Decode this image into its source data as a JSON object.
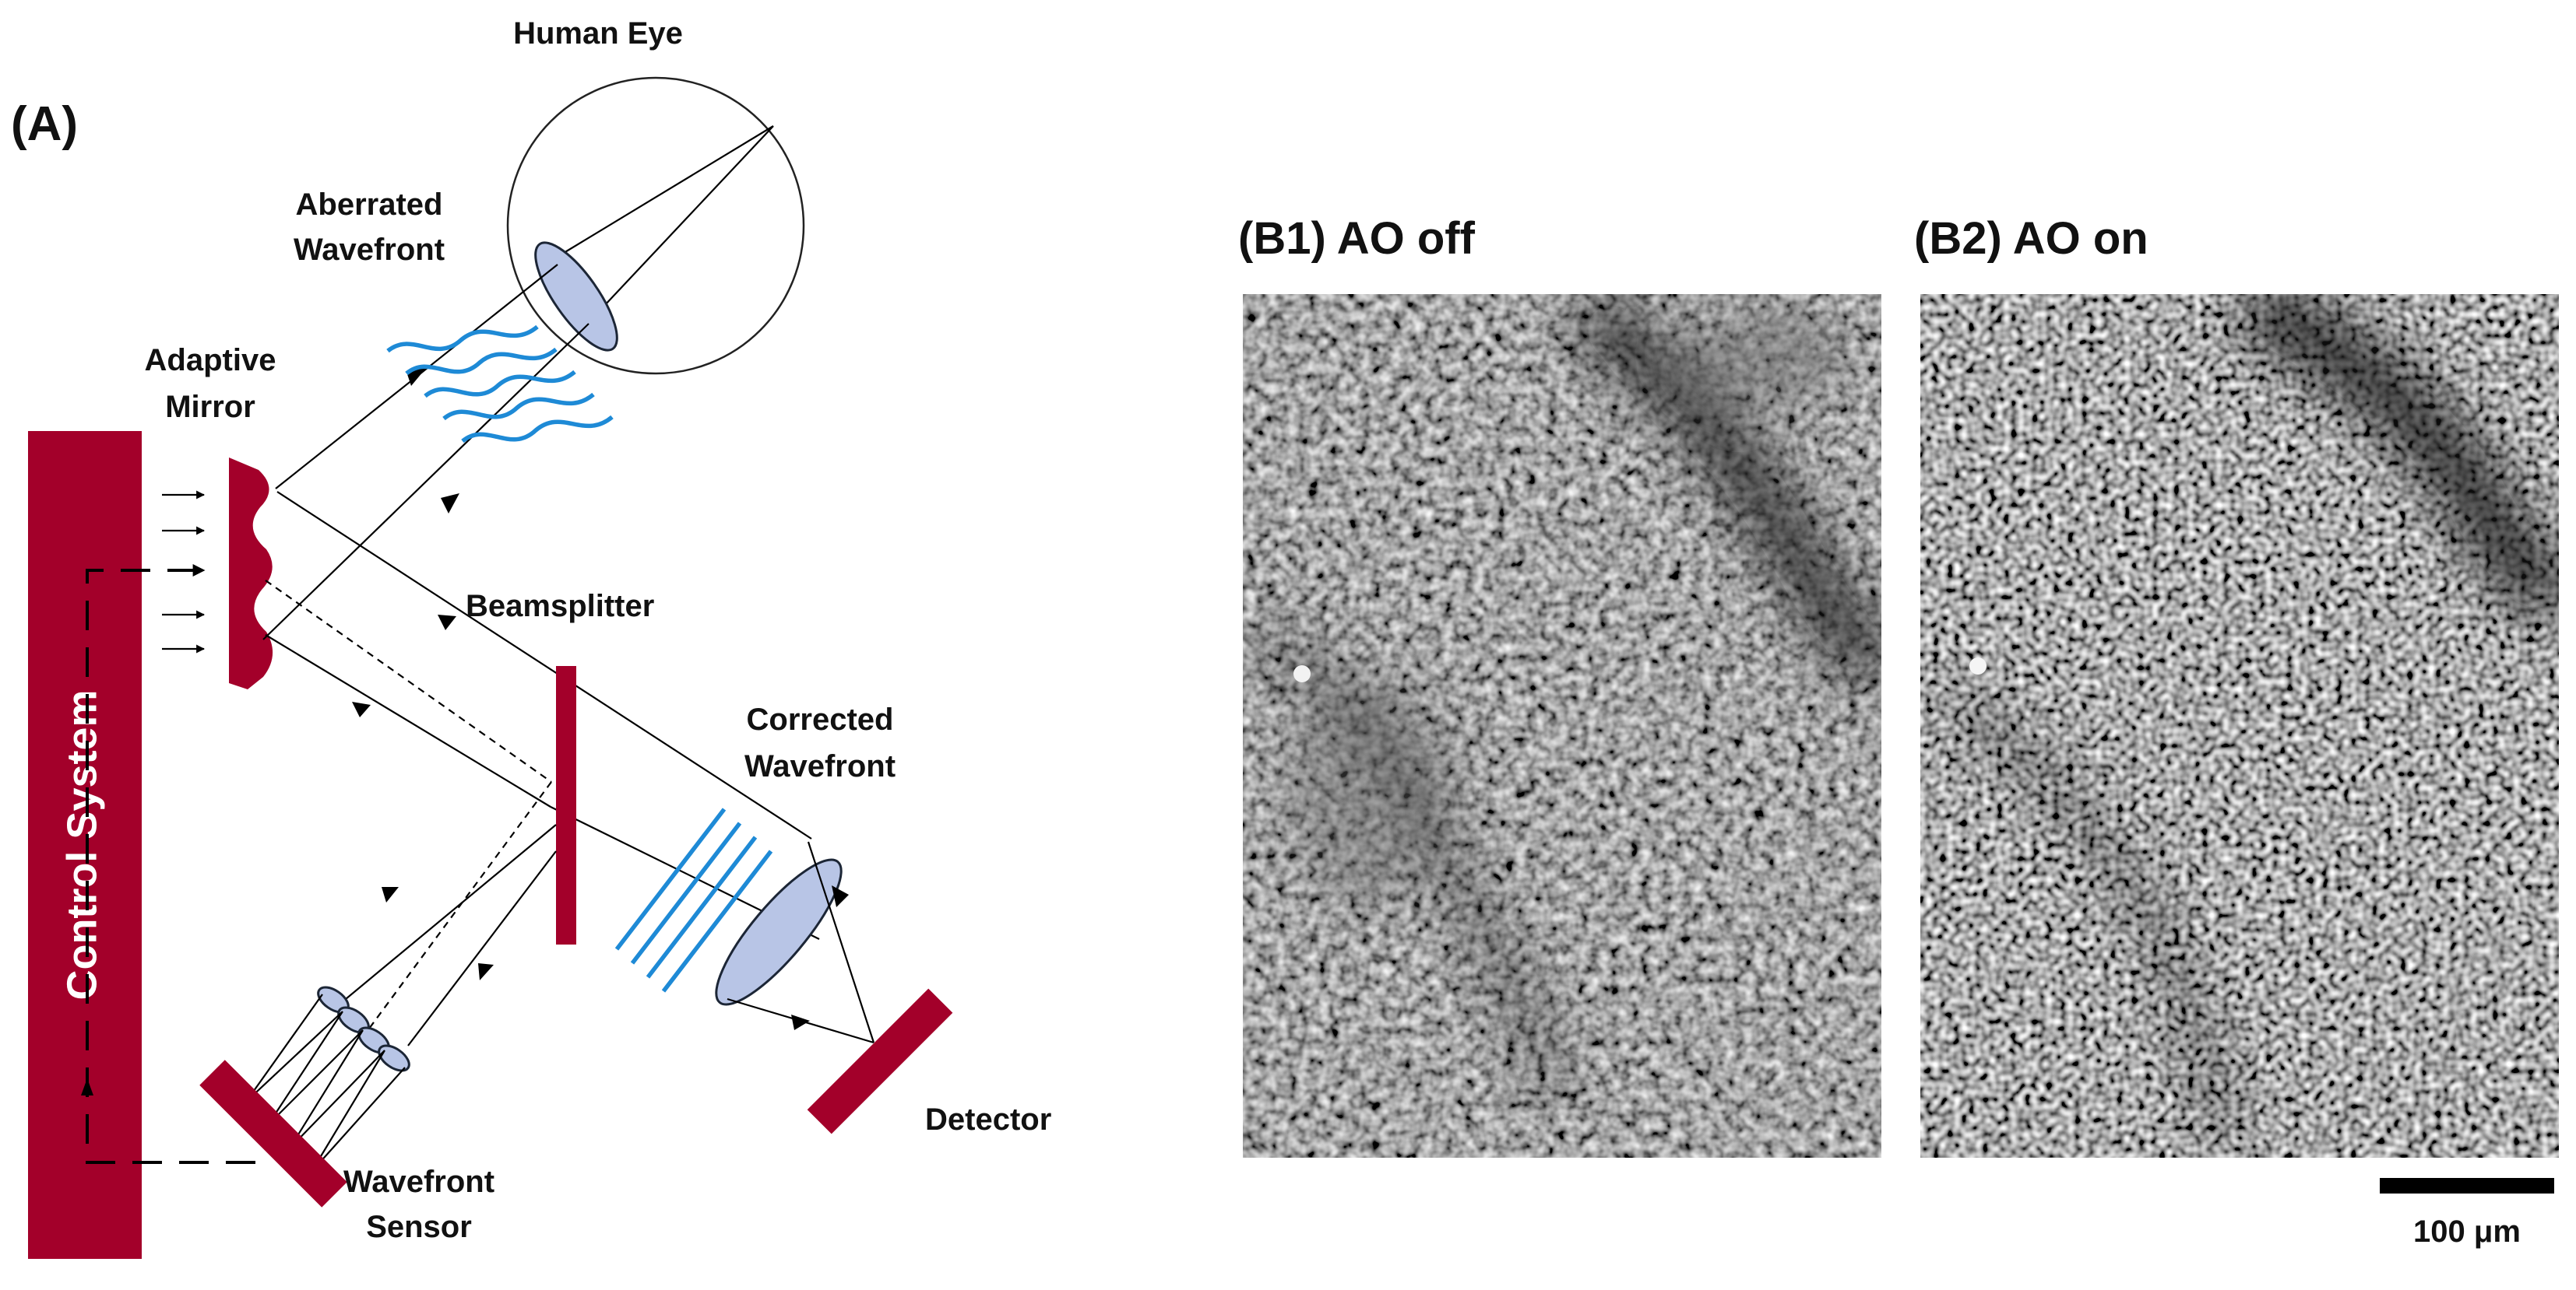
{
  "panels": {
    "a": "(A)",
    "b1": "(B1) AO off",
    "b2": "(B2) AO on"
  },
  "labels": {
    "human_eye": "Human Eye",
    "aberrated_1": "Aberrated",
    "aberrated_2": "Wavefront",
    "adaptive_1": "Adaptive",
    "adaptive_2": "Mirror",
    "beamsplitter": "Beamsplitter",
    "corrected_1": "Corrected",
    "corrected_2": "Wavefront",
    "control_system": "Control System",
    "wavefront_sensor_1": "Wavefront",
    "wavefront_sensor_2": "Sensor",
    "detector": "Detector"
  },
  "scale_bar": {
    "label": "100 μm"
  },
  "colors": {
    "component": "#a3002a",
    "wavefront": "#1e8ad6",
    "lens_fill": "#b8c5e6",
    "retina_bg": "#3d3d3d"
  }
}
